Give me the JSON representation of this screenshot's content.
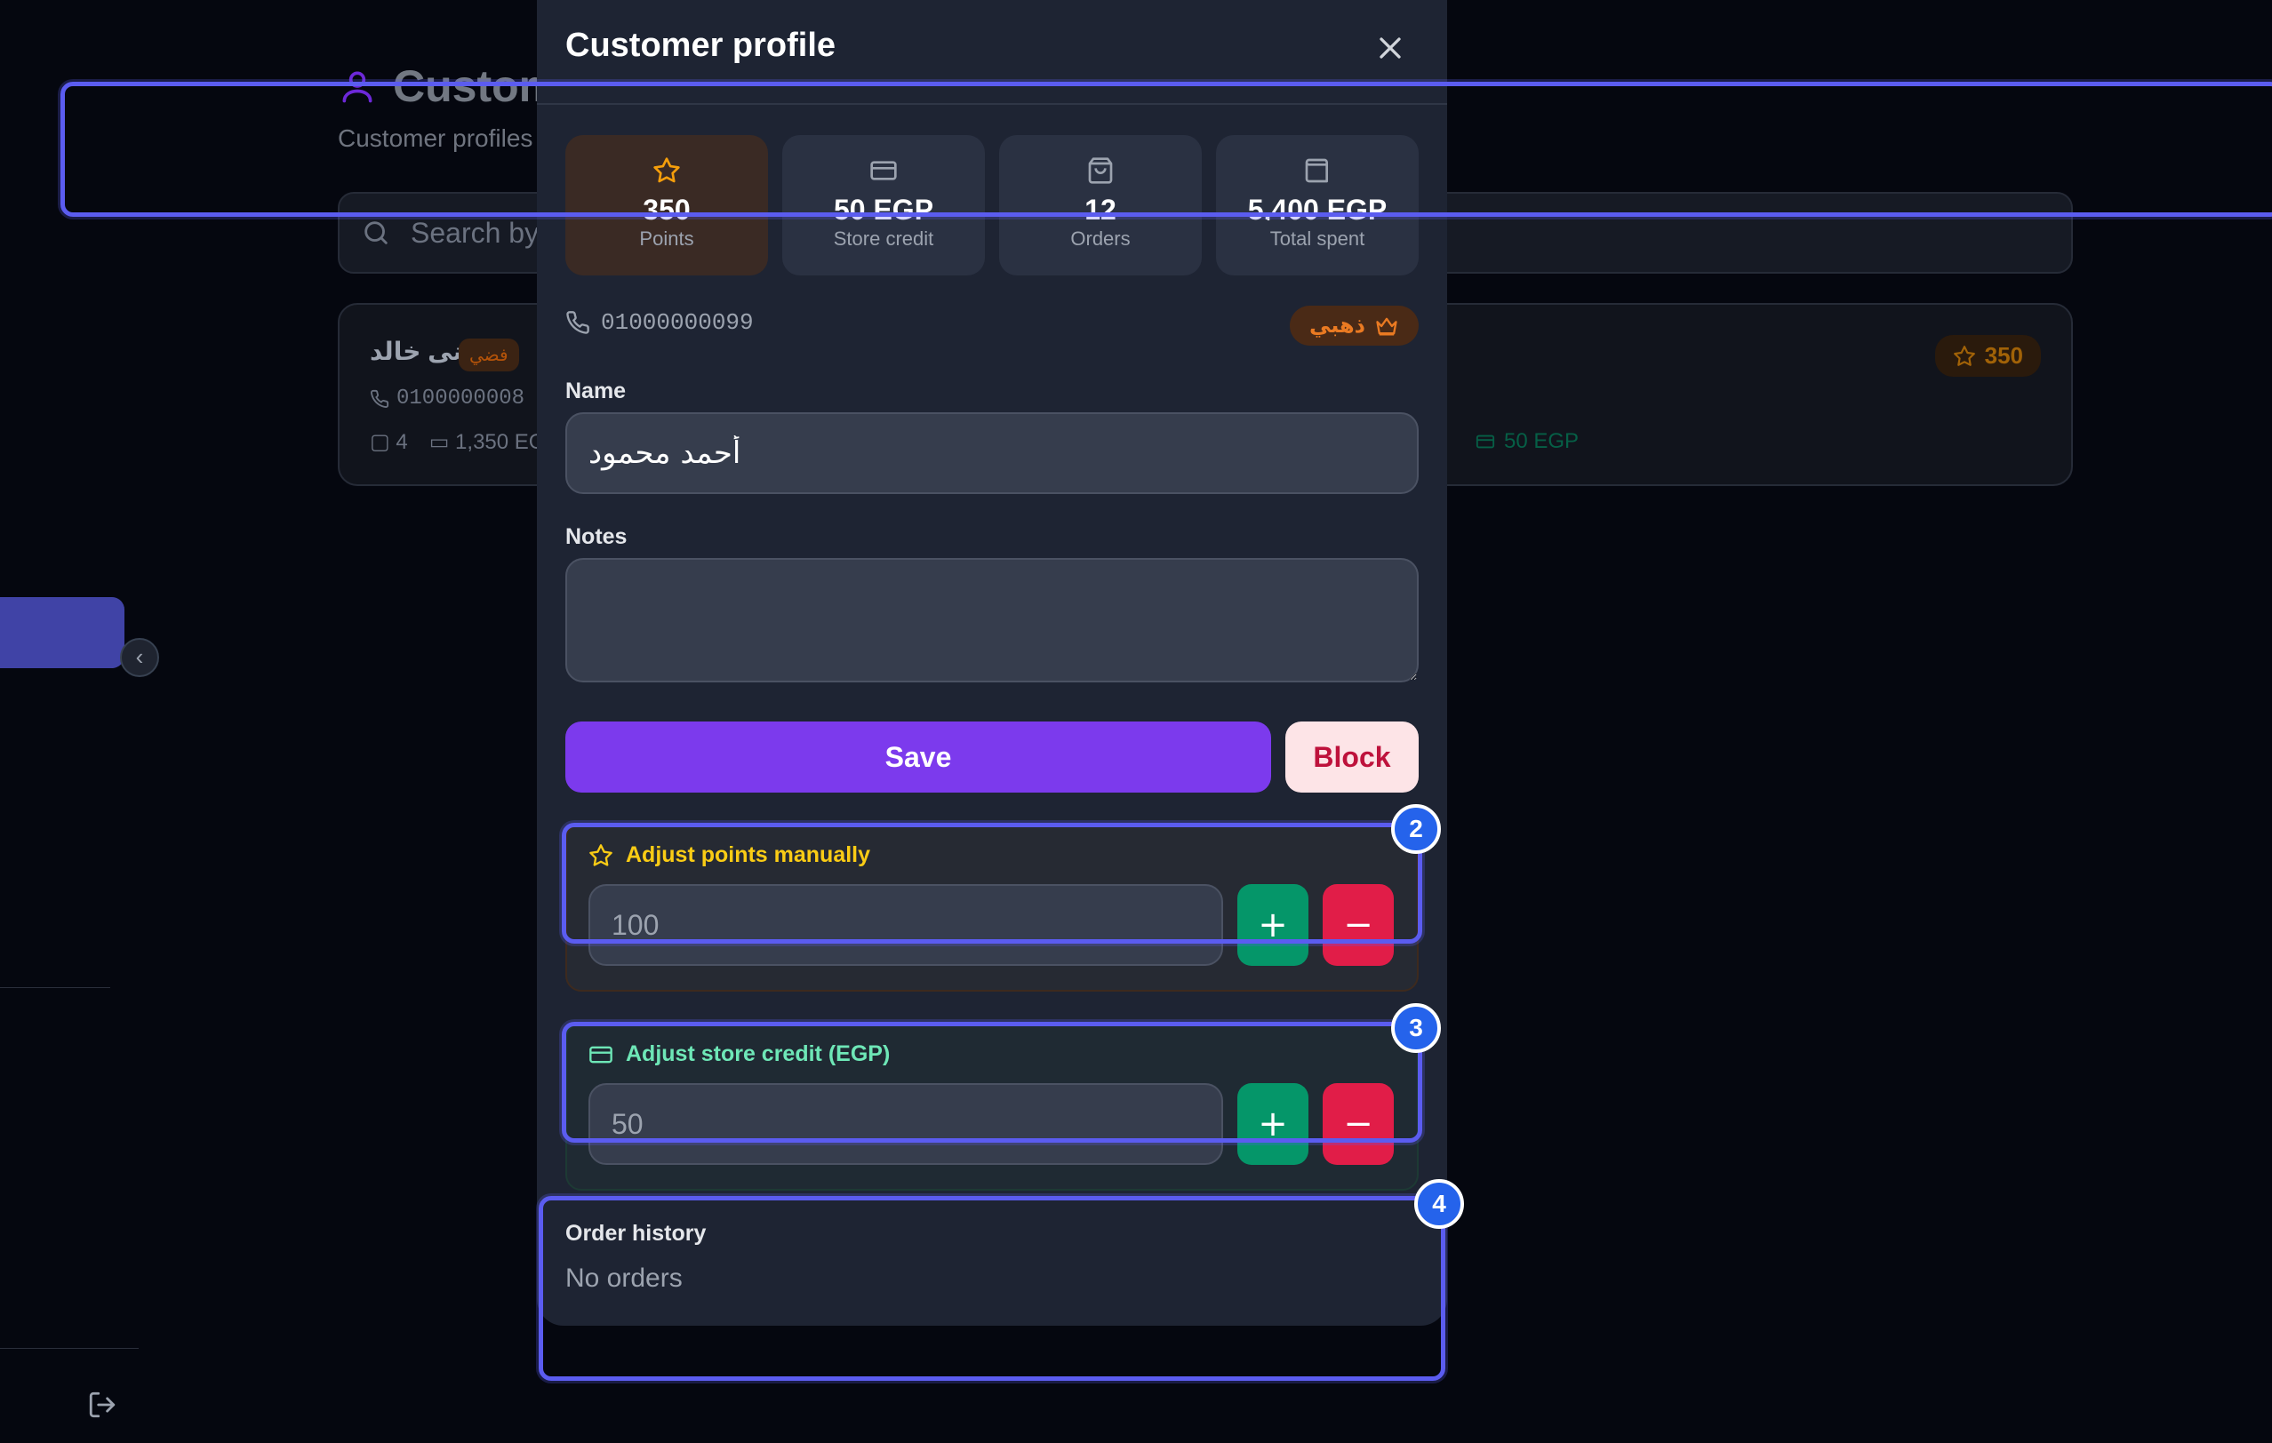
{
  "page": {
    "title": "Custom",
    "subtitle": "Customer profiles",
    "search_placeholder": "Search by",
    "customer_card": {
      "name": "منى خالد",
      "tier": "فضي",
      "phone": "0100000008",
      "orders": "4",
      "spent": "1,350 EG",
      "credit": "50 EGP",
      "points": "350"
    }
  },
  "modal": {
    "title": "Customer profile",
    "stats": [
      {
        "icon": "star-icon",
        "value": "350",
        "label": "Points"
      },
      {
        "icon": "credit-card-icon",
        "value": "50 EGP",
        "label": "Store credit"
      },
      {
        "icon": "shopping-bag-icon",
        "value": "12",
        "label": "Orders"
      },
      {
        "icon": "wallet-icon",
        "value": "5,400 EGP",
        "label": "Total spent"
      }
    ],
    "phone": "01000000099",
    "tier": "ذهبي",
    "name_label": "Name",
    "name_value": "أحمد محمود",
    "notes_label": "Notes",
    "notes_value": "",
    "save_label": "Save",
    "block_label": "Block",
    "points_adjust": {
      "title": "Adjust points manually",
      "placeholder": "100",
      "plus": "+",
      "minus": "−"
    },
    "credit_adjust": {
      "title": "Adjust store credit (EGP)",
      "placeholder": "50",
      "plus": "+",
      "minus": "−"
    },
    "order_history": {
      "title": "Order history",
      "empty_text": "No orders"
    }
  },
  "highlights": {
    "h2": "2",
    "h3": "3",
    "h4": "4"
  },
  "colors": {
    "accent": "#7c3aed",
    "highlight": "#5b5cf0",
    "badge": "#2563eb",
    "plus": "#059669",
    "minus": "#e11d48"
  }
}
